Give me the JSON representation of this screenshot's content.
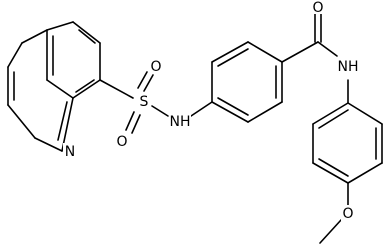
{
  "labels": {
    "n_ring": "N",
    "s": "S",
    "o_top": "O",
    "o_bottom": "O",
    "nh_sulfonamide": "NH",
    "o_carbonyl": "O",
    "nh_amide": "NH",
    "o_methoxy": "O"
  }
}
